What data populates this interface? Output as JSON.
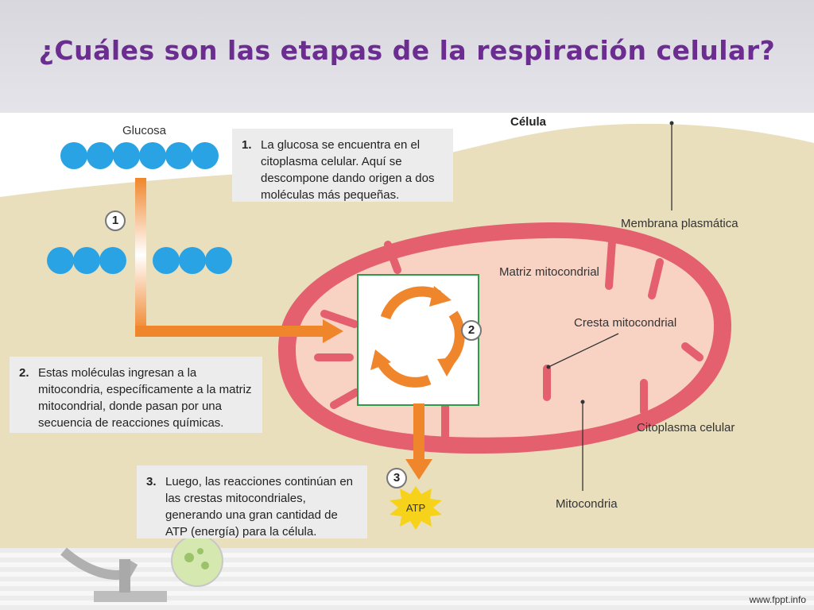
{
  "title": "¿Cuáles son las etapas de la respiración celular?",
  "labels": {
    "glucosa": "Glucosa",
    "celula": "Célula",
    "membrana": "Membrana plasmática",
    "matriz": "Matriz mitocondrial",
    "cresta": "Cresta mitocondrial",
    "citoplasma": "Citoplasma celular",
    "mitocondria": "Mitocondria",
    "atp": "ATP"
  },
  "steps": [
    {
      "number": "1.",
      "marker": "1",
      "text": "La glucosa se encuentra en el citoplasma celular. Aquí se descompone dando origen a dos moléculas más pequeñas."
    },
    {
      "number": "2.",
      "marker": "2",
      "text": "Estas moléculas ingresan a la mitocondria, específicamente a la matriz mitocondrial, donde pasan por una secuencia de reacciones químicas."
    },
    {
      "number": "3.",
      "marker": "3",
      "text": "Luego, las reacciones continúan en las crestas mitocondriales, generando una gran cantidad de ATP (energía) para la célula."
    }
  ],
  "colors": {
    "title": "#6b2d8f",
    "cell": "#e9dfbd",
    "mito_membrane": "#e4606e",
    "mito_matrix": "#f8d3c4",
    "molecule": "#29a3e3",
    "arrow": "#f0862c"
  },
  "watermark": "www.fppt.info"
}
